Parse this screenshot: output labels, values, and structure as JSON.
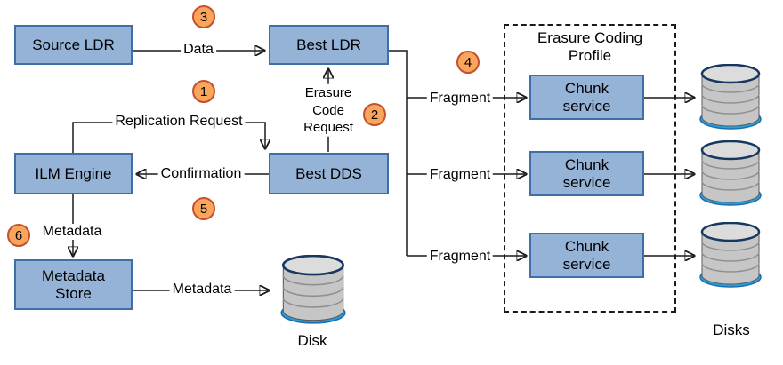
{
  "nodes": {
    "source_ldr": "Source LDR",
    "best_ldr": "Best LDR",
    "ilm_engine": "ILM Engine",
    "best_dds": "Best DDS",
    "metadata_store": "Metadata Store"
  },
  "erasure_coding_group": {
    "title": "Erasure Coding Profile",
    "chunk_services": [
      "Chunk service",
      "Chunk service",
      "Chunk service"
    ]
  },
  "edge_labels": {
    "data": "Data",
    "replication_request": "Replication Request",
    "erasure_code_request": "Erasure Code Request",
    "confirmation": "Confirmation",
    "metadata_to_store": "Metadata",
    "metadata_to_disk": "Metadata",
    "fragments": [
      "Fragment",
      "Fragment",
      "Fragment"
    ]
  },
  "step_badges": [
    "1",
    "2",
    "3",
    "4",
    "5",
    "6"
  ],
  "disk_labels": {
    "single": "Disk",
    "group": "Disks"
  },
  "colors": {
    "node_fill": "#95B3D7",
    "node_border": "#3F6FA8",
    "badge_fill": "#F9A55C",
    "badge_border": "#C3502F",
    "line": "#1A1A1A"
  }
}
